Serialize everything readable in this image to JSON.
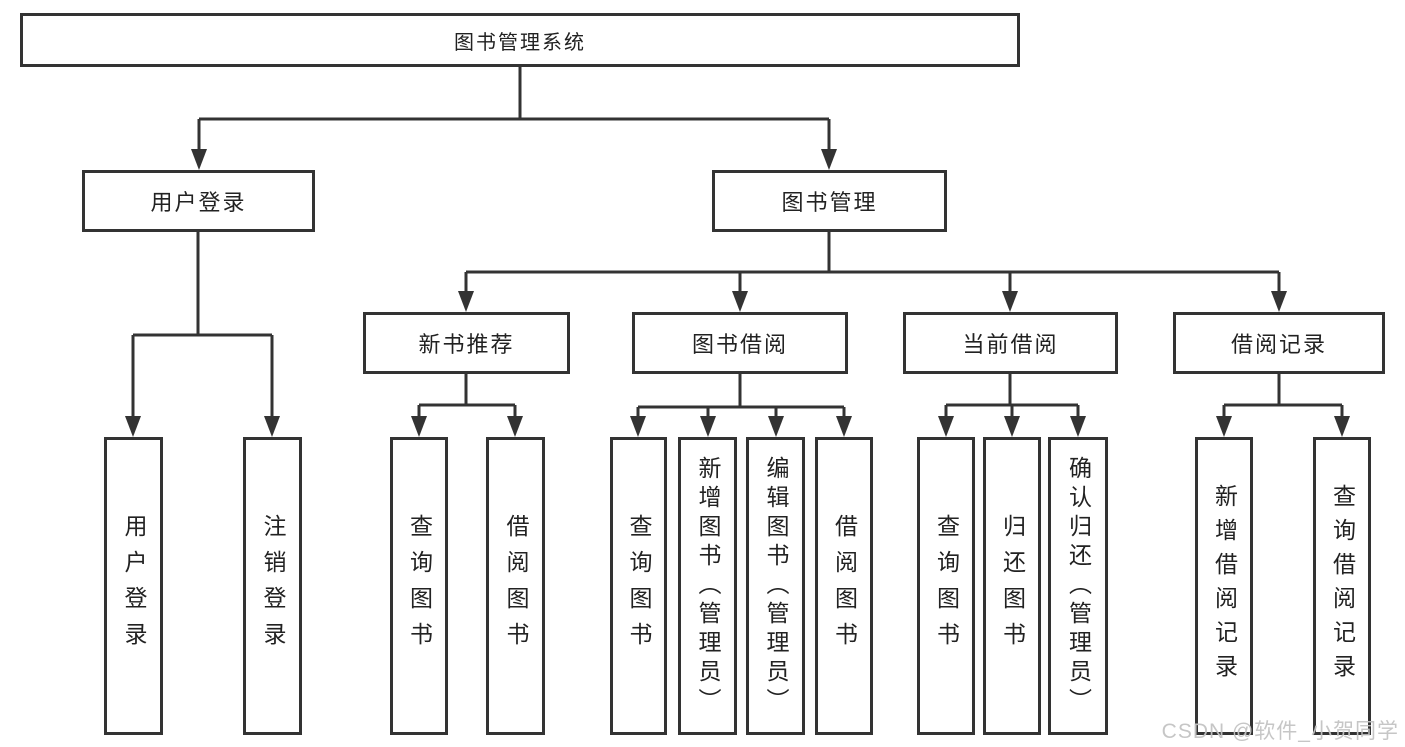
{
  "diagram": {
    "root": {
      "label": "图书管理系统"
    },
    "branches": [
      {
        "label": "用户登录",
        "leaves": [
          {
            "label": "用户登录"
          },
          {
            "label": "注销登录"
          }
        ]
      },
      {
        "label": "图书管理",
        "sections": [
          {
            "label": "新书推荐",
            "leaves": [
              {
                "label": "查询图书"
              },
              {
                "label": "借阅图书"
              }
            ]
          },
          {
            "label": "图书借阅",
            "leaves": [
              {
                "label": "查询图书"
              },
              {
                "label": "新增图书（管理员）"
              },
              {
                "label": "编辑图书（管理员）"
              },
              {
                "label": "借阅图书"
              }
            ]
          },
          {
            "label": "当前借阅",
            "leaves": [
              {
                "label": "查询图书"
              },
              {
                "label": "归还图书"
              },
              {
                "label": "确认归还（管理员）"
              }
            ]
          },
          {
            "label": "借阅记录",
            "leaves": [
              {
                "label": "新增借阅记录"
              },
              {
                "label": "查询借阅记录"
              }
            ]
          }
        ]
      }
    ]
  },
  "watermark": {
    "text": "CSDN @软件_小贺同学"
  },
  "colors": {
    "line": "#333333",
    "box_border": "#333333",
    "text": "#222222",
    "watermark": "#c3c3c3",
    "background": "#ffffff"
  }
}
